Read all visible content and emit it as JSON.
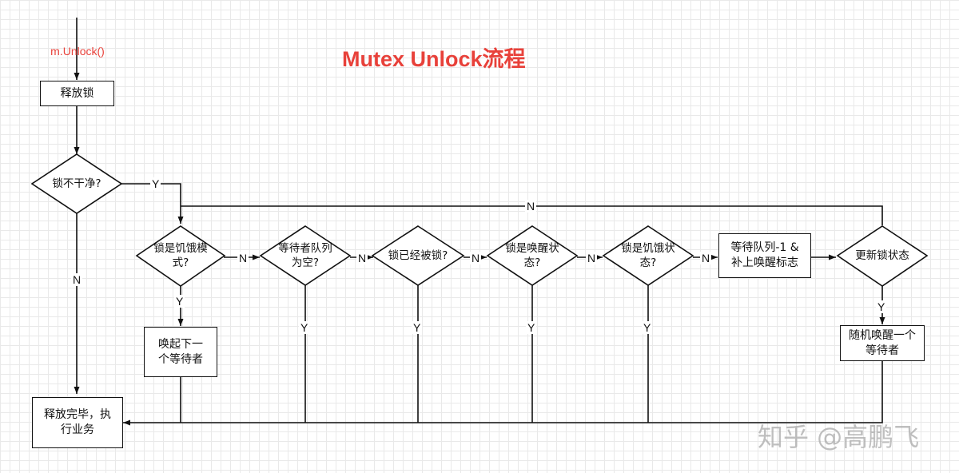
{
  "title": "Mutex Unlock流程",
  "start_label": "m.Unlock()",
  "nodes": {
    "release_lock": "释放锁",
    "lock_dirty": "锁不干净?",
    "starving_mode": "锁是饥饿模式?",
    "wake_next": "唤起下一个等待者",
    "queue_empty": "等待者队列为空?",
    "already_locked": "锁已经被锁?",
    "woken_state": "锁是唤醒状态?",
    "starving_state": "锁是饥饿状态?",
    "dec_queue": "等待队列-1 & 补上唤醒标志",
    "update_state": "更新锁状态",
    "random_wake": "随机唤醒一个等待者",
    "done": "释放完毕，执行业务"
  },
  "edge_labels": {
    "yes": "Y",
    "no": "N"
  },
  "watermark": "知乎 @高鹏飞",
  "colors": {
    "accent": "#e8413a",
    "line": "#111111"
  }
}
